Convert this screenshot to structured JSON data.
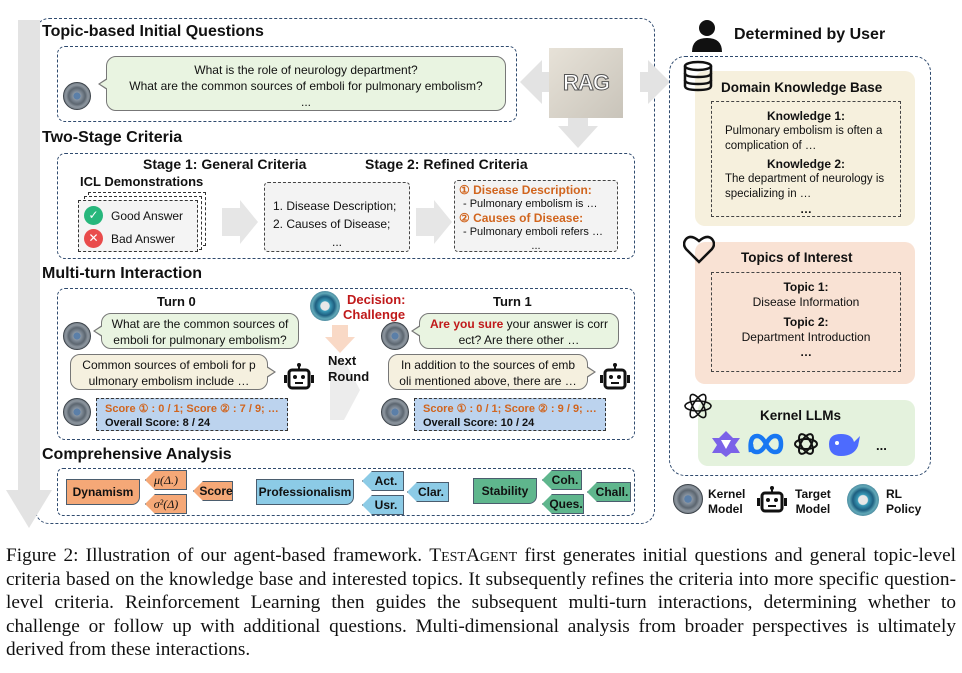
{
  "left_panel": {
    "sections": {
      "topic_questions": {
        "title": "Topic-based Initial Questions",
        "questions": [
          "What is the role of neurology department?",
          "What are the common sources of emboli for pulmonary embolism?",
          "..."
        ],
        "rag_label": "RAG"
      },
      "two_stage": {
        "title": "Two-Stage Criteria",
        "stage1_title": "Stage 1: General Criteria",
        "stage2_title": "Stage 2: Refined Criteria",
        "icl_title": "ICL Demonstrations",
        "good_answer": "Good Answer",
        "bad_answer": "Bad Answer",
        "general_items": [
          "1. Disease Description;",
          "2. Causes of Disease;",
          "..."
        ],
        "refined": {
          "h1": "① Disease Description:",
          "t1": "- Pulmonary embolism is …",
          "h2": "② Causes of Disease:",
          "t2": "- Pulmonary emboli refers …",
          "more": "..."
        }
      },
      "multi_turn": {
        "title": "Multi-turn Interaction",
        "turn0": {
          "label": "Turn 0",
          "question": "What are the common sources of emboli for pulmonary embolism?",
          "answer": "Common sources of emboli for p ulmonary embolism include …",
          "score_line": "Score ① : 0 / 1; Score ② : 7 / 9; …",
          "overall": "Overall Score: 8 / 24"
        },
        "decision_label": "Decision:",
        "decision_value": "Challenge",
        "next_round": "Next Round",
        "turn1": {
          "label": "Turn 1",
          "question_emph": "Are you sure",
          "question_rest": " your answer is corr ect? Are there other …",
          "answer": "In addition to the sources of emb oli mentioned above, there are …",
          "score_line": "Score ① : 0 / 1; Score ② : 9 / 9; …",
          "overall": "Overall Score: 10 / 24"
        }
      },
      "analysis": {
        "title": "Comprehensive Analysis",
        "dynamism": {
          "label": "Dynamism",
          "sub_top": "μ(Δ.)",
          "sub_bottom": "σ²(Δ)",
          "source": "Score"
        },
        "professionalism": {
          "label": "Professionalism",
          "sub_top": "Act.",
          "sub_bottom": "Usr.",
          "source": "Clar."
        },
        "stability": {
          "label": "Stability",
          "sub_top": "Coh.",
          "sub_bottom": "Ques.",
          "source": "Chall."
        }
      }
    }
  },
  "right_panel": {
    "header": "Determined by User",
    "knowledge_base": {
      "title": "Domain Knowledge Base",
      "k1_title": "Knowledge 1:",
      "k1_text": "Pulmonary embolism is often a complication of …",
      "k2_title": "Knowledge 2:",
      "k2_text": "The department of neurology is specializing in …",
      "more": "…"
    },
    "topics": {
      "title": "Topics of Interest",
      "t1_title": "Topic 1:",
      "t1_text": "Disease Information",
      "t2_title": "Topic 2:",
      "t2_text": "Department Introduction",
      "more": "…"
    },
    "kernel_llms": {
      "title": "Kernel LLMs",
      "icons": [
        "qwen-icon",
        "meta-icon",
        "openai-icon",
        "deepseek-icon"
      ],
      "more": "..."
    },
    "legend": [
      {
        "line1": "Kernel",
        "line2": "Model"
      },
      {
        "line1": "Target",
        "line2": "Model"
      },
      {
        "line1": "RL",
        "line2": "Policy"
      }
    ]
  },
  "caption": {
    "prefix": "Figure 2: Illustration of our agent-based framework.  ",
    "brand": "TestAgent",
    "text": " first generates initial questions and general topic-level criteria based on the knowledge base and interested topics.  It subsequently refines the criteria into more specific question-level criteria. Reinforcement Learning then guides the subsequent multi-turn interactions, determining whether to challenge or follow up with additional questions. Multi-dimensional analysis from broader perspectives is ultimately derived from these interactions."
  },
  "colors": {
    "accent_orange": "#d1651e",
    "challenge_red": "#c0191a",
    "border_blue": "#2f4a6e"
  }
}
